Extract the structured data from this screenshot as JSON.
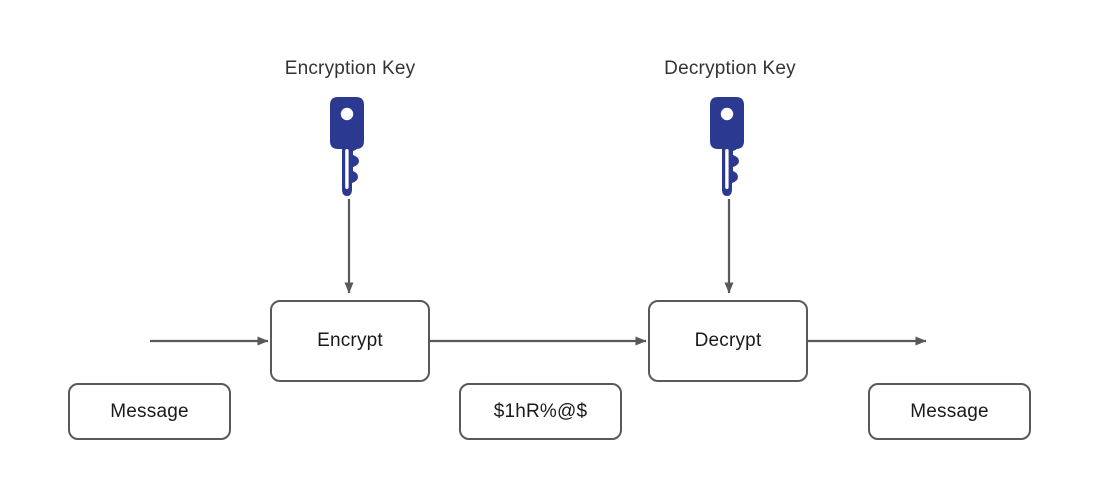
{
  "diagram": {
    "type": "symmetric-encryption-flow",
    "background": "#ffffff",
    "colors": {
      "key_fill": "#2B3990",
      "key_hole": "#ffffff",
      "stroke": "#595959",
      "text": "#1a1a1a",
      "label_text": "#333333"
    },
    "labels": {
      "encryption_key": "Encryption Key",
      "decryption_key": "Decryption Key"
    },
    "nodes": {
      "encrypt": "Encrypt",
      "decrypt": "Decrypt"
    },
    "data": {
      "plaintext_in": "Message",
      "ciphertext": "$1hR%@$",
      "plaintext_out": "Message"
    },
    "icons": {
      "encryption_key_icon": "key-icon",
      "decryption_key_icon": "key-icon",
      "arrow_head": "triangle-arrowhead"
    }
  }
}
